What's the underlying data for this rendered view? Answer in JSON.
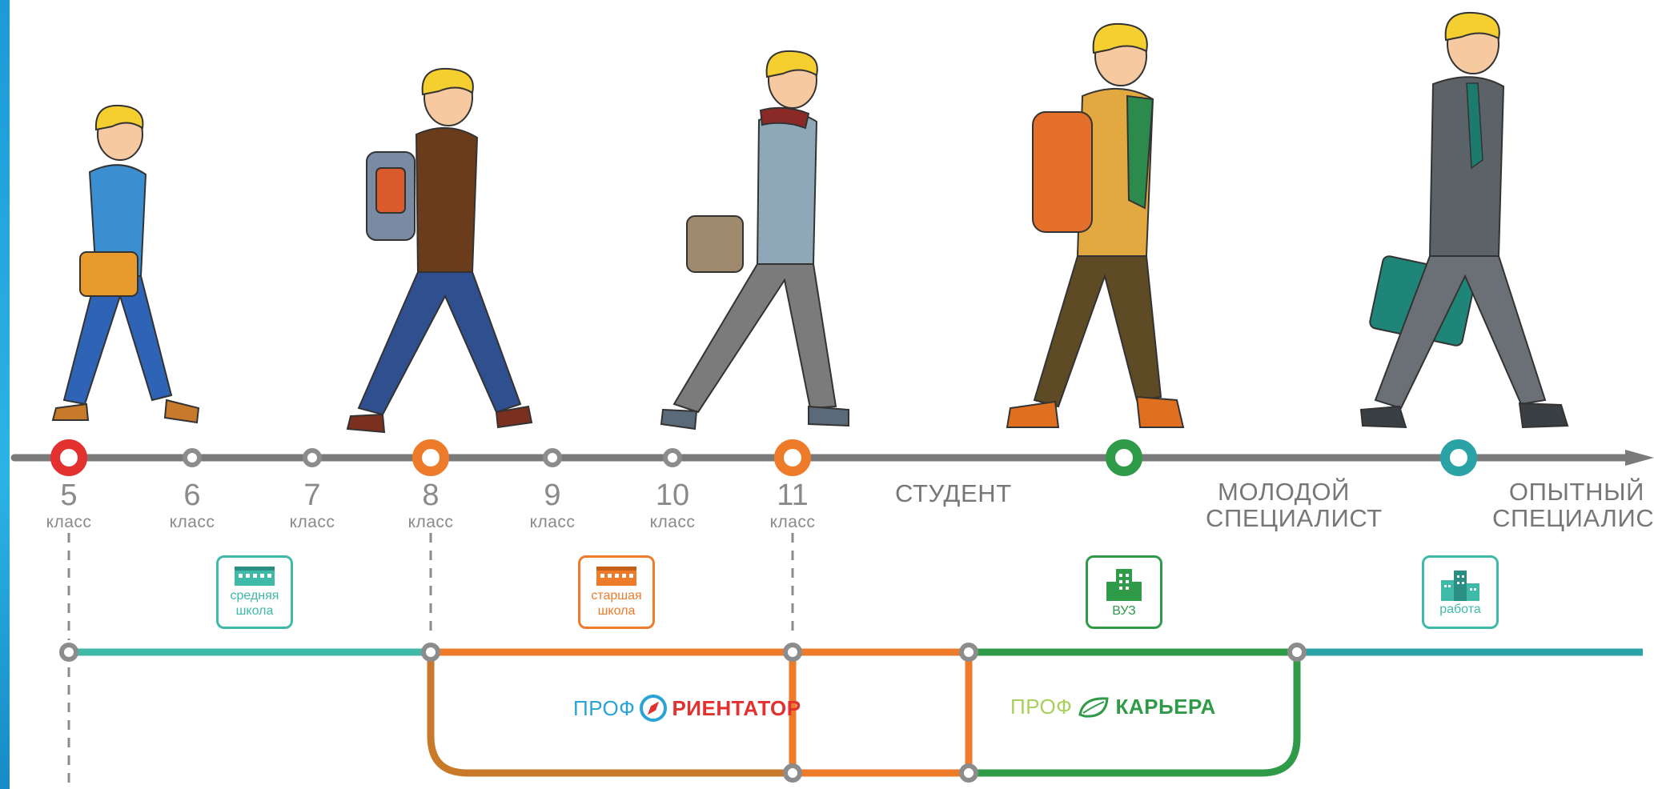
{
  "grades": [
    {
      "num": "5",
      "sub": "класс",
      "color": "#e2312f"
    },
    {
      "num": "6",
      "sub": "класс",
      "color": "#8c8c8c"
    },
    {
      "num": "7",
      "sub": "класс",
      "color": "#8c8c8c"
    },
    {
      "num": "8",
      "sub": "класс",
      "color": "#ee7b2a"
    },
    {
      "num": "9",
      "sub": "класс",
      "color": "#8c8c8c"
    },
    {
      "num": "10",
      "sub": "класс",
      "color": "#8c8c8c"
    },
    {
      "num": "11",
      "sub": "класс",
      "color": "#ee7b2a"
    }
  ],
  "stages": {
    "student": "студент",
    "young_line1": "молодой",
    "young_line2": "специалист",
    "exp_line1": "опытный",
    "exp_line2": "специалист"
  },
  "badges": {
    "middle": {
      "line1": "средняя",
      "line2": "школа",
      "color": "#3fb9a8"
    },
    "senior": {
      "line1": "старшая",
      "line2": "школа",
      "color": "#ee7b2a"
    },
    "vuz": {
      "line1": "ВУЗ",
      "color": "#2f9a48"
    },
    "work": {
      "line1": "работа",
      "color": "#3fb9a8"
    }
  },
  "programs": {
    "orient_prefix": "ПРОФ",
    "orient_main": "РИЕНТАТОР",
    "career_prefix": "ПРОФ",
    "career_main": "КАРЬЕРА"
  },
  "colors": {
    "timeline": "#7a7a7a",
    "teal": "#3fb9a8",
    "orange": "#ee7b2a",
    "brown": "#c9792a",
    "green": "#2f9a48",
    "blue_teal": "#2aa3a6",
    "red": "#e2312f"
  },
  "icons": [
    "compass-icon",
    "leaf-icon",
    "school-building-icon",
    "university-building-icon",
    "office-building-icon"
  ]
}
